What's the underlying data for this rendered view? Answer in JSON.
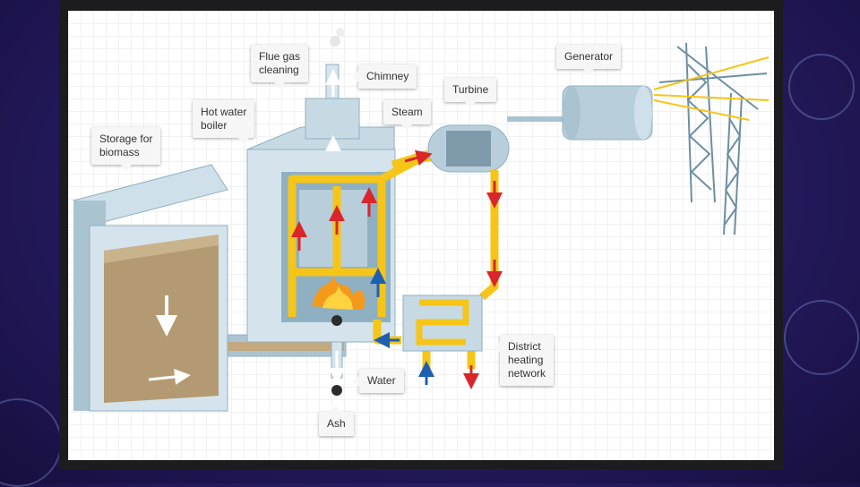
{
  "labels": {
    "storage": "Storage for\nbiomass",
    "boiler": "Hot water\nboiler",
    "flue_gas": "Flue gas\ncleaning",
    "chimney": "Chimney",
    "steam": "Steam",
    "turbine": "Turbine",
    "generator": "Generator",
    "water": "Water",
    "ash": "Ash",
    "district": "District\nheating\nnetwork"
  },
  "colors": {
    "pipe": "#f5c518",
    "hot_arrow": "#d8262b",
    "cold_arrow": "#1f5fb0",
    "equipment": "#b8cfdb",
    "equipment_dark": "#8fb0c2",
    "biomass": "#b49a72"
  }
}
